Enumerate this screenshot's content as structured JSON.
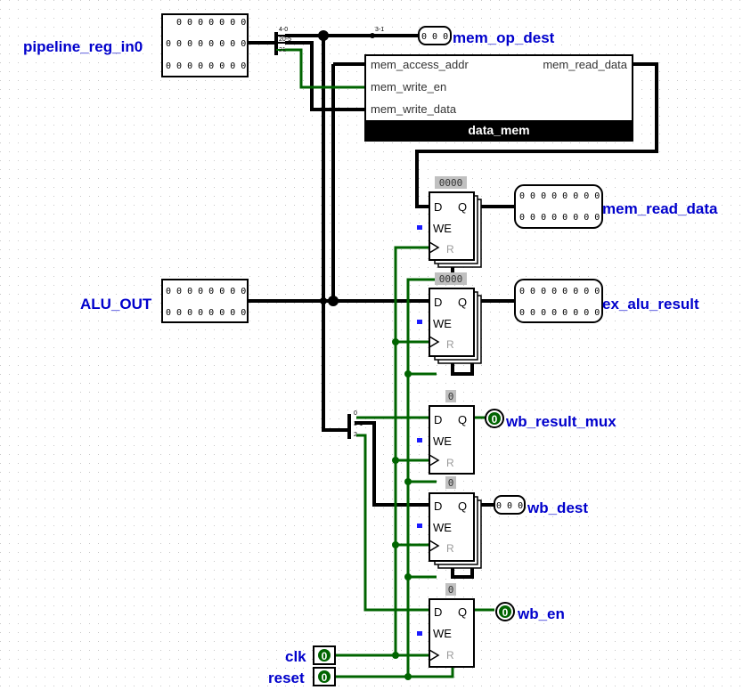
{
  "inputs": {
    "pipeline_reg_in0": {
      "label": "pipeline_reg_in0",
      "rows": [
        "0 0 0 0 0 0 0",
        "0 0 0 0 0 0 0 0",
        "0 0 0 0 0 0 0 0"
      ]
    },
    "alu_out": {
      "label": "ALU_OUT",
      "rows": [
        "0 0 0 0 0 0 0 0",
        "0 0 0 0 0 0 0 0"
      ]
    },
    "clk": {
      "label": "clk",
      "value": "0"
    },
    "reset": {
      "label": "reset",
      "value": "0"
    }
  },
  "outputs": {
    "mem_op_dest": {
      "label": "mem_op_dest",
      "bits": "0 0 0"
    },
    "mem_read_data": {
      "label": "mem_read_data",
      "rows": [
        "0 0 0 0 0 0 0 0",
        "0 0 0 0 0 0 0 0"
      ]
    },
    "ex_alu_result": {
      "label": "ex_alu_result",
      "rows": [
        "0 0 0 0 0 0 0 0",
        "0 0 0 0 0 0 0 0"
      ]
    },
    "wb_result_mux": {
      "label": "wb_result_mux",
      "value": "0"
    },
    "wb_dest": {
      "label": "wb_dest",
      "bits": "0 0 0"
    },
    "wb_en": {
      "label": "wb_en",
      "value": "0"
    }
  },
  "data_mem": {
    "name": "data_mem",
    "ports": {
      "addr": "mem_access_addr",
      "write_en": "mem_write_en",
      "write_data": "mem_write_data",
      "read_data": "mem_read_data"
    }
  },
  "splitters": {
    "top": [
      "4-0",
      "20-5",
      "21"
    ],
    "top_branch": "3-1",
    "bottom": [
      "0",
      "3-1",
      "2"
    ]
  },
  "registers": {
    "pin_d": "D",
    "pin_q": "Q",
    "pin_we": "WE",
    "pin_r": "R",
    "values": [
      "0000",
      "0000",
      "0",
      "0",
      "0"
    ]
  },
  "colors": {
    "wire": "#000000",
    "one_bit_wire": "#006400",
    "label": "#0000cc",
    "value_box": "#c0c0c0"
  }
}
